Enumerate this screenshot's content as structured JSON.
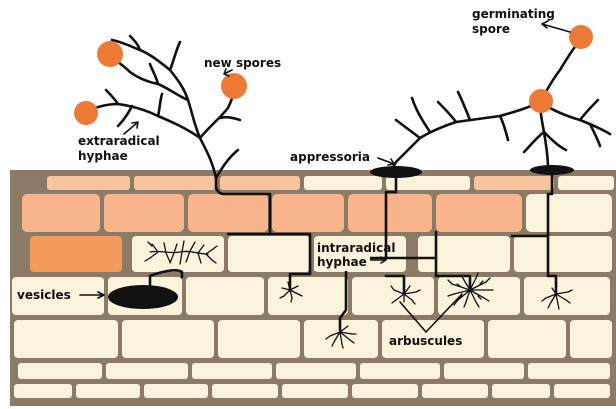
{
  "labels": {
    "germinating_spore": [
      "germinating",
      "spore"
    ],
    "new_spores": "new spores",
    "extraradical_hyphae": [
      "extraradical",
      "hyphae"
    ],
    "appressoria": "appressoria",
    "intraradical_hyphae": [
      "intraradical",
      "hyphae"
    ],
    "vesicles": "vesicles",
    "arbuscules": "arbuscules"
  },
  "colors": {
    "root_border": "#8a7a66",
    "cell_cream": "#fbf3dc",
    "cell_peach": "#f7c4a0",
    "cell_light_orange": "#f8b48a",
    "cell_orange": "#f39b5b",
    "spore": "#ec7a36",
    "hyphae": "#111111"
  }
}
